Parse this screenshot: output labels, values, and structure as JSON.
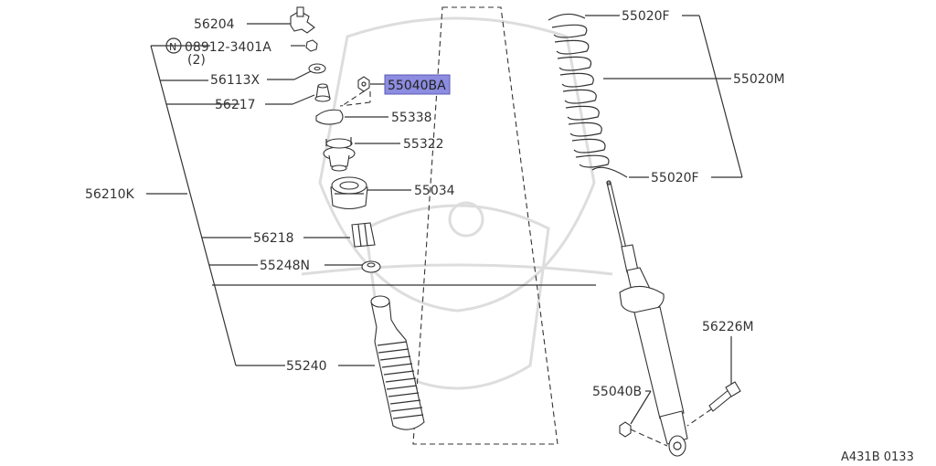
{
  "diagram": {
    "highlight_color": "#8c8ce0",
    "line_color": "#333333",
    "footer_code": "A431B 0133",
    "n_symbol": "N",
    "callouts": {
      "p56204": "56204",
      "p08912": "08912-3401A",
      "p08912_qty": "(2)",
      "p56113x": "56113X",
      "p56217": "56217",
      "p55040ba": "55040BA",
      "p55338": "55338",
      "p55322": "55322",
      "p55034": "55034",
      "p56210k": "56210K",
      "p56218": "56218",
      "p55248n": "55248N",
      "p55240": "55240",
      "p55020f_top": "55020F",
      "p55020m": "55020M",
      "p55020f_bot": "55020F",
      "p56226m": "56226M",
      "p55040b": "55040B"
    }
  }
}
